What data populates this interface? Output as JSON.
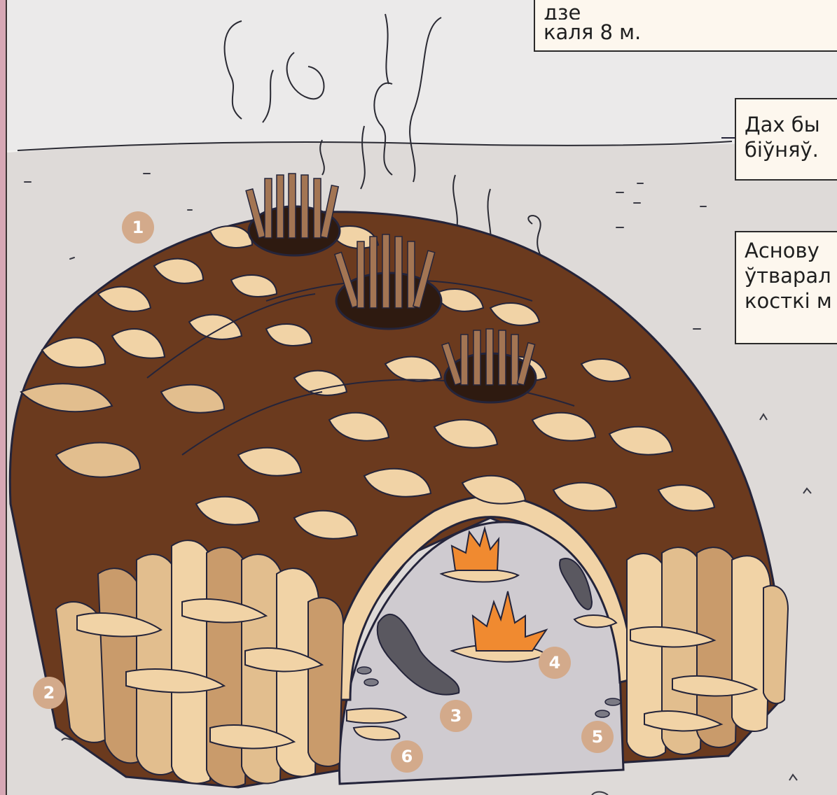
{
  "callouts": {
    "top": {
      "line1": "дзе",
      "line2": "каля 8 м."
    },
    "roof": {
      "line1": "Дах бы",
      "line2": "біўняў."
    },
    "base": {
      "line1": "Аснову",
      "line2": "ўтварал",
      "line3": "косткі м"
    }
  },
  "markers": [
    "1",
    "2",
    "3",
    "4",
    "5",
    "6"
  ],
  "colors": {
    "sky": "#ebeaea",
    "ground": "#dedad8",
    "hut_brown": "#6b3a1e",
    "bone_light": "#f1d3a6",
    "bone_mid": "#e2be8e",
    "bone_dark": "#c99b6b",
    "interior": "#cfcbd0",
    "fire": "#f08a30",
    "marker": "#d3aa8b",
    "outline": "#24243a"
  }
}
